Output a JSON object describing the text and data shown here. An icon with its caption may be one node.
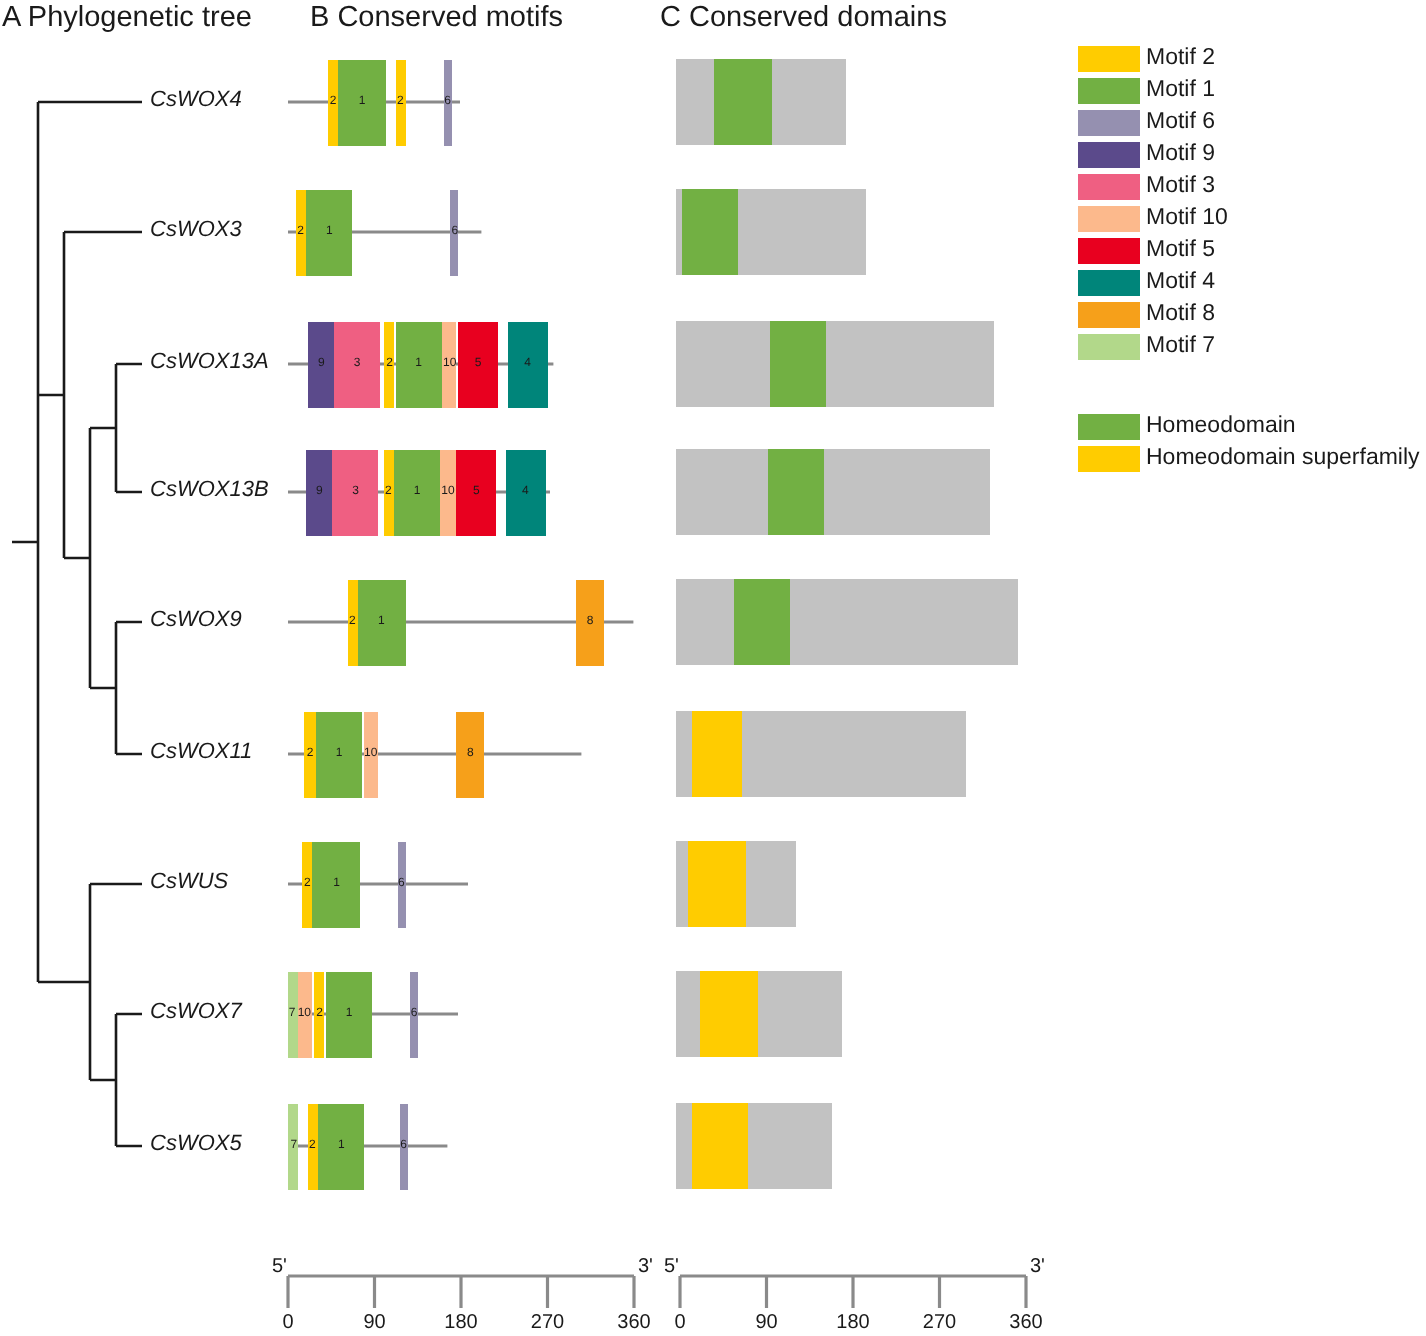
{
  "diagram": {
    "nodes": [
      {
        "text": [
          "2"
        ]
      },
      {
        "text": [
          "1"
        ]
      },
      {
        "text": [
          "2"
        ]
      },
      {
        "text": [
          "6"
        ]
      },
      {
        "text": [
          "2"
        ]
      },
      {
        "text": [
          "1"
        ]
      },
      {
        "text": [
          "6"
        ]
      },
      {
        "text": [
          "9"
        ]
      },
      {
        "text": [
          "3"
        ]
      },
      {
        "text": [
          "2"
        ]
      },
      {
        "text": [
          "1"
        ]
      },
      {
        "text": [
          "10"
        ]
      },
      {
        "text": [
          "5"
        ]
      },
      {
        "text": [
          "4"
        ]
      },
      {
        "text": [
          "9"
        ]
      },
      {
        "text": [
          "3"
        ]
      },
      {
        "text": [
          "2"
        ]
      },
      {
        "text": [
          "1"
        ]
      },
      {
        "text": [
          "10"
        ]
      },
      {
        "text": [
          "5"
        ]
      },
      {
        "text": [
          "4"
        ]
      },
      {
        "text": [
          "2"
        ]
      },
      {
        "text": [
          "1"
        ]
      },
      {
        "text": [
          "8"
        ]
      },
      {
        "text": [
          "2"
        ]
      },
      {
        "text": [
          "1"
        ]
      },
      {
        "text": [
          "10"
        ]
      },
      {
        "text": [
          "8"
        ]
      },
      {
        "text": [
          "2"
        ]
      },
      {
        "text": [
          "1"
        ]
      },
      {
        "text": [
          "6"
        ]
      },
      {
        "text": [
          "7"
        ]
      },
      {
        "text": [
          "10"
        ]
      },
      {
        "text": [
          "2"
        ]
      },
      {
        "text": [
          "1"
        ]
      },
      {
        "text": [
          "6"
        ]
      },
      {
        "text": [
          "7"
        ]
      },
      {
        "text": [
          "2"
        ]
      },
      {
        "text": [
          "1"
        ]
      },
      {
        "text": [
          "6"
        ]
      }
    ],
    "labels": [
      "A Phylogenetic tree",
      "B Conserved motifs",
      "C Conserved domains",
      "CsWOX4",
      "CsWOX3",
      "CsWOX13A",
      "CsWOX13B",
      "CsWOX9",
      "CsWOX11",
      "CsWUS",
      "CsWOX7",
      "CsWOX5",
      "5'",
      "3'",
      "0",
      "90",
      "180",
      "270",
      "360",
      "5'",
      "3'",
      "0",
      "90",
      "180",
      "270",
      "360"
    ],
    "legend": [
      {
        "text": "Motif 2",
        "color": "#ffcc00"
      },
      {
        "text": "Motif 1",
        "color": "#72b043"
      },
      {
        "text": "Motif 6",
        "color": "#9590b0"
      },
      {
        "text": "Motif 9",
        "color": "#5b4a8b"
      },
      {
        "text": "Motif 3",
        "color": "#ef5f82"
      },
      {
        "text": "Motif 10",
        "color": "#fcb98c"
      },
      {
        "text": "Motif 5",
        "color": "#e8001f"
      },
      {
        "text": "Motif 4",
        "color": "#00857a"
      },
      {
        "text": "Motif 8",
        "color": "#f6a01a"
      },
      {
        "text": "Motif 7",
        "color": "#b2d88a"
      },
      {
        "text": "Homeodomain",
        "color": "#72b043"
      },
      {
        "text": "Homeodomain superfamily",
        "color": "#ffcc00"
      }
    ]
  }
}
